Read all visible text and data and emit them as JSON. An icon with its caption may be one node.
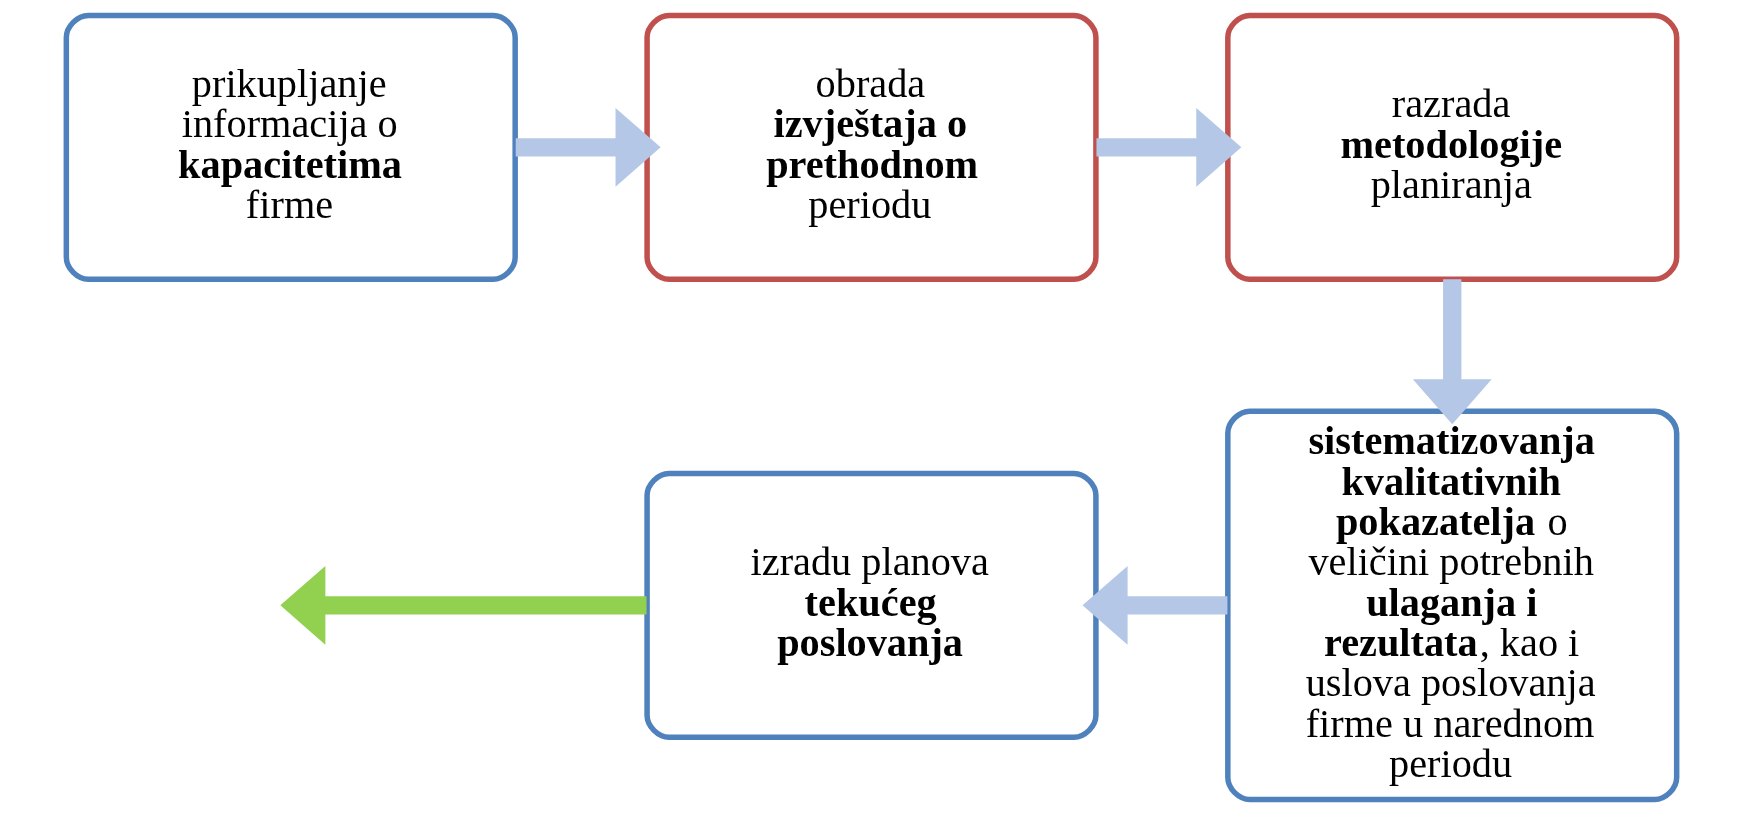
{
  "diagram": {
    "nodes": [
      {
        "text": [
          "prikupljanje informacija o **kapacitetima** firme"
        ]
      },
      {
        "text": [
          "obrada **izvještaja o prethodnom** periodu"
        ]
      },
      {
        "text": [
          "razrada **metodologije** planiranja"
        ]
      },
      {
        "text": [
          "izradu planova **tekućeg poslovanja**"
        ]
      },
      {
        "text": [
          "**sistematizovanja kvalitativnih pokazatelja** o veličini potrebnih **ulaganja i rezultata**, kao i uslova poslovanja firme u narednom periodu"
        ]
      }
    ],
    "edges": [
      {
        "from": 0,
        "to": 1,
        "arrow": "to"
      },
      {
        "from": 1,
        "to": 2,
        "arrow": "to"
      },
      {
        "from": 2,
        "to": 4,
        "arrow": "to"
      },
      {
        "from": 4,
        "to": 3,
        "arrow": "to"
      },
      {
        "from": 3,
        "to": null,
        "arrow": "to",
        "color": "#92d050"
      }
    ]
  }
}
